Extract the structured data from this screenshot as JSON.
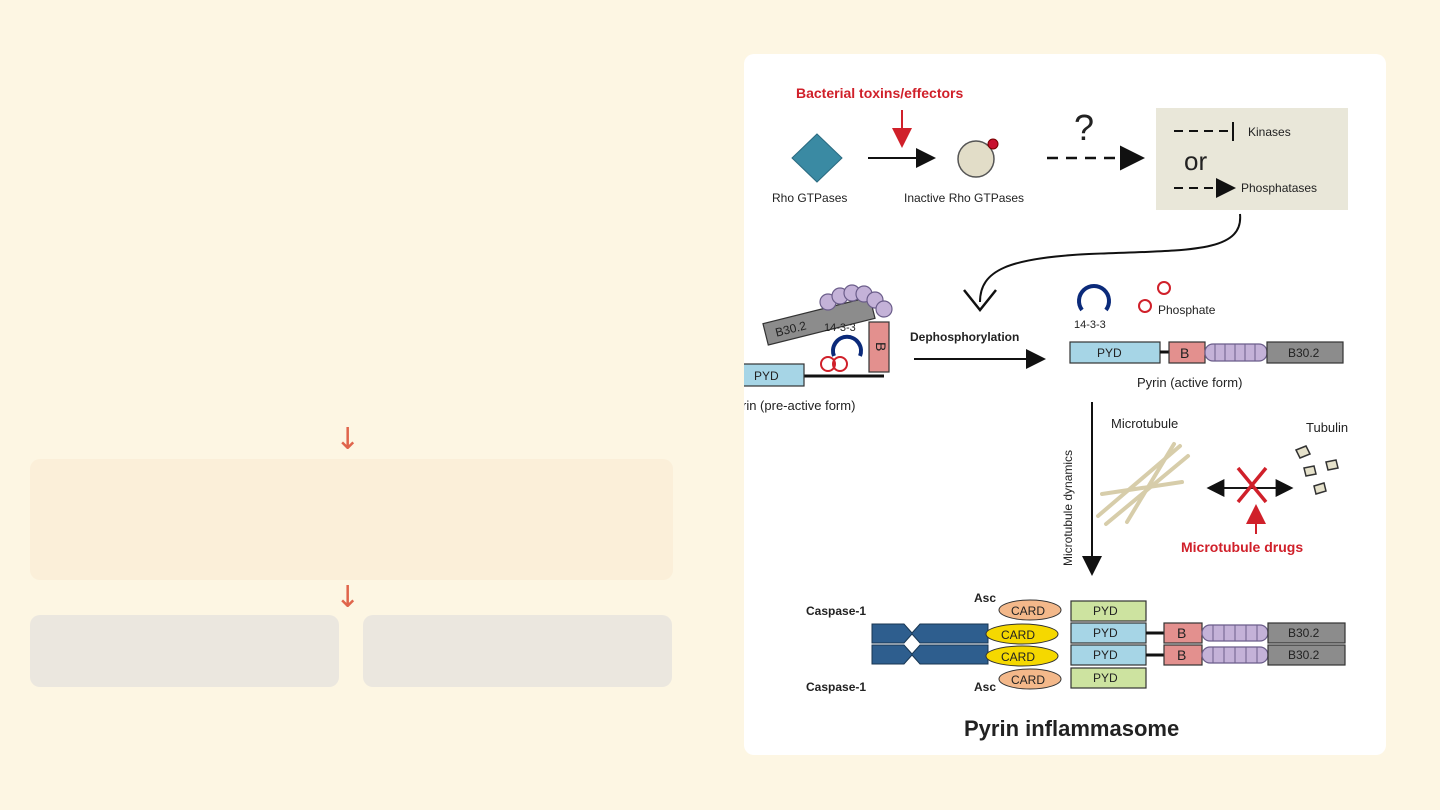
{
  "slide": {
    "arrow_symbol": "↓"
  },
  "figure": {
    "bacterial_label": "Bacterial toxins/effectors",
    "rho_label": "Rho GTPases",
    "inactive_rho_label": "Inactive Rho GTPases",
    "question_mark": "?",
    "kinases_label": "Kinases",
    "or_label": "or",
    "phosphatases_label": "Phosphatases",
    "dephos_label": "Dephosphorylation",
    "pre_active_label": "rin (pre-active form)",
    "active_label": "Pyrin (active form)",
    "phosphate_label": "Phosphate",
    "label_14_3_3": "14-3-3",
    "microtubule_dynamics_label": "Microtubule dynamics",
    "microtubule_label": "Microtubule",
    "tubulin_label": "Tubulin",
    "microtubule_drugs_label": "Microtubule drugs",
    "caspase_label": "Caspase-1",
    "asc_label": "Asc",
    "card_label": "CARD",
    "pyd_label": "PYD",
    "b_label": "B",
    "b302_label": "B30.2",
    "inflammasome_title": "Pyrin inflammasome",
    "colors": {
      "red": "#d0202a",
      "pyd_blue": "#a6d5e6",
      "pyd_green": "#cde3a0",
      "b_pink": "#e3908e",
      "b302_gray": "#8c8c8c",
      "card_yellow": "#f5d800",
      "card_orange": "#f3b88a",
      "caspase_blue": "#2e5e8e",
      "coil_purple": "#c4b2d8",
      "rho_teal": "#3a8aa3",
      "box_beige": "#e9e7d9"
    }
  }
}
